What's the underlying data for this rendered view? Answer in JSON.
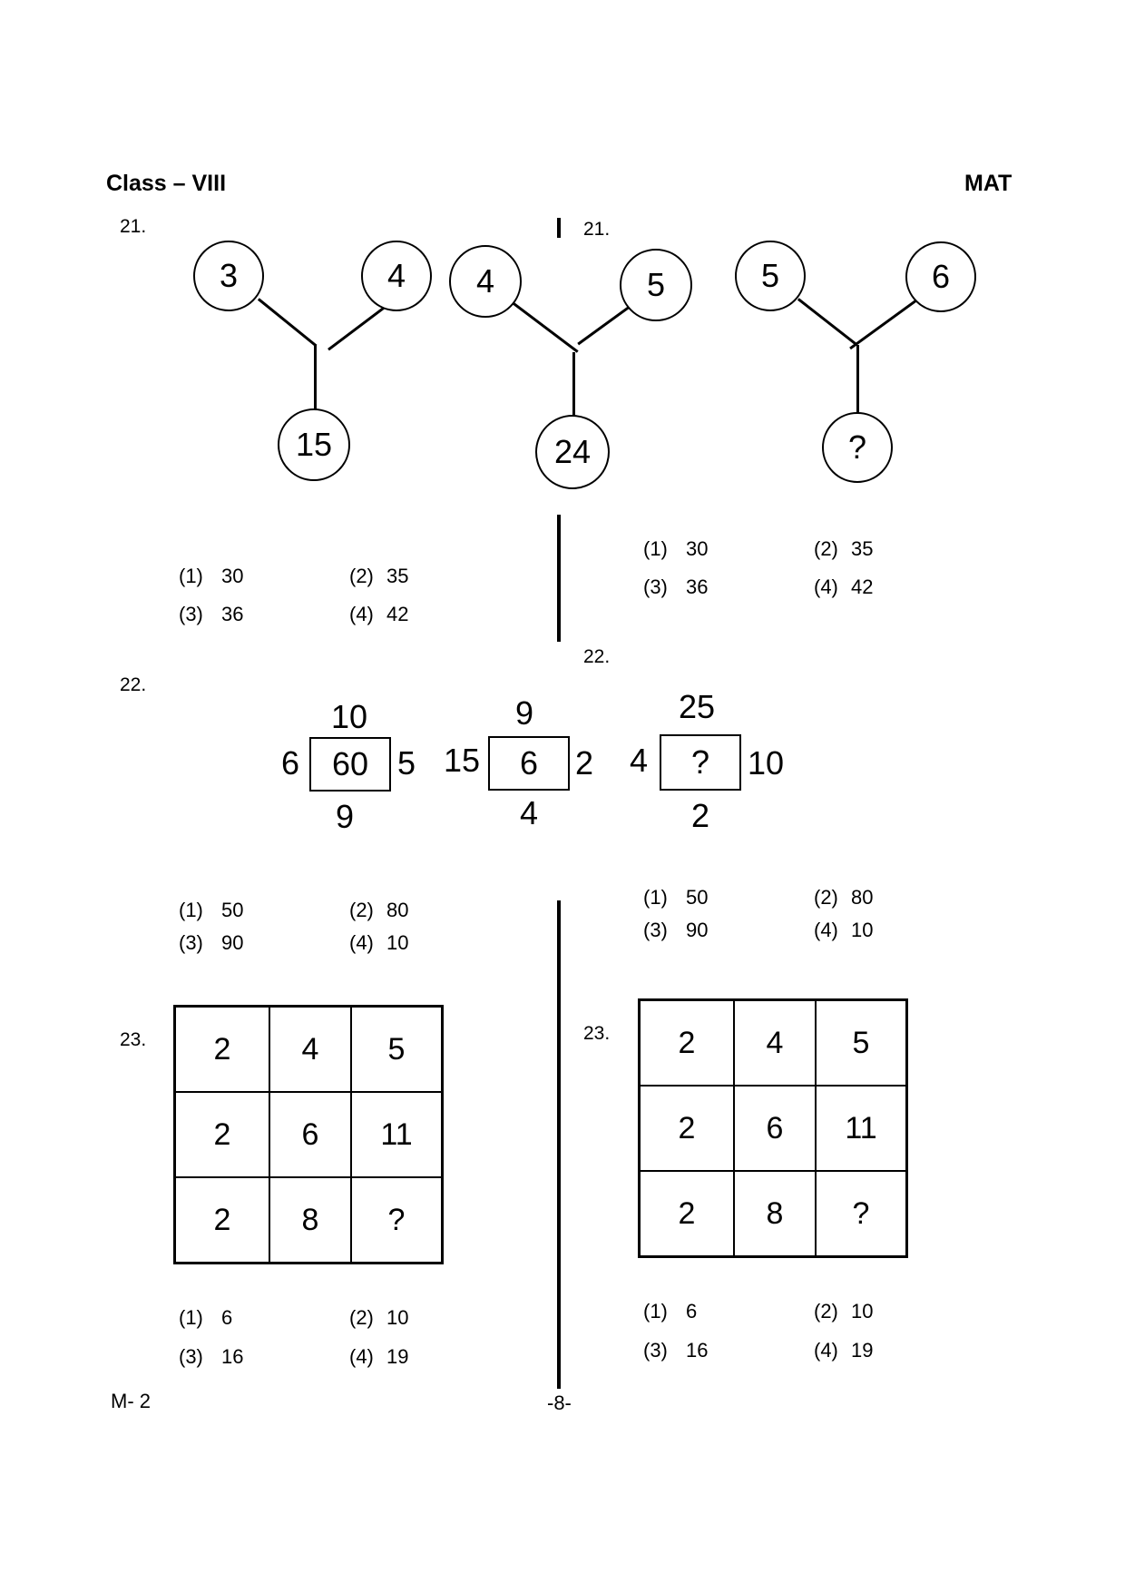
{
  "header": {
    "class_label": "Class – VIII",
    "subject": "MAT"
  },
  "footer": {
    "code": "M- 2",
    "page": "-8-"
  },
  "q21": {
    "number": "21.",
    "circles": [
      {
        "top": "3",
        "right": "4",
        "bottom": "15"
      },
      {
        "top": "4",
        "right": "5",
        "bottom": "24"
      },
      {
        "top": "5",
        "right": "6",
        "bottom": "?"
      }
    ],
    "options": [
      "(1)",
      "30",
      "(2)",
      "35",
      "(3)",
      "36",
      "(4)",
      "42"
    ]
  },
  "q22": {
    "number": "22.",
    "boxes": [
      {
        "top": "10",
        "left": "6",
        "center": "60",
        "right": "5",
        "bottom": "9"
      },
      {
        "top": "9",
        "left": "15",
        "center": "6",
        "right": "2",
        "bottom": "4"
      },
      {
        "top": "25",
        "left": "4",
        "center": "?",
        "right": "10",
        "bottom": "2"
      }
    ],
    "options": [
      "(1)",
      "50",
      "(2)",
      "80",
      "(3)",
      "90",
      "(4)",
      "10"
    ]
  },
  "q23": {
    "number": "23.",
    "grid": [
      [
        "2",
        "4",
        "5"
      ],
      [
        "2",
        "6",
        "11"
      ],
      [
        "2",
        "8",
        "?"
      ]
    ],
    "options": [
      "(1)",
      "6",
      "(2)",
      "10",
      "(3)",
      "16",
      "(4)",
      "19"
    ]
  }
}
